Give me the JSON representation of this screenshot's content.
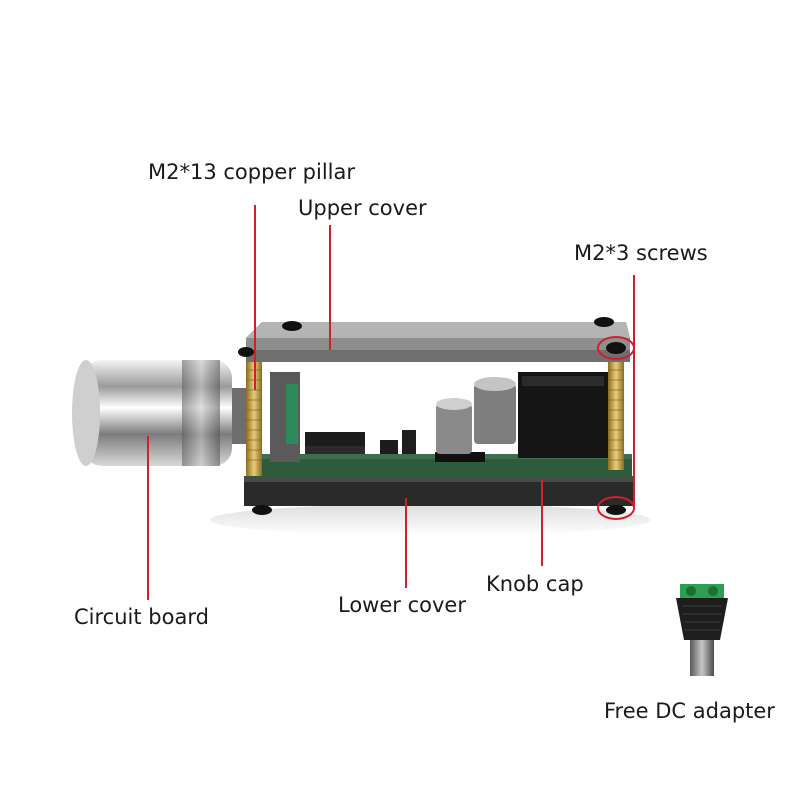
{
  "labels": {
    "copper_pillar": "M2*13 copper pillar",
    "upper_cover": "Upper cover",
    "screws": "M2*3 screws",
    "circuit_board": "Circuit board",
    "lower_cover": "Lower cover",
    "knob_cap": "Knob cap",
    "dc_adapter": "Free DC adapter"
  },
  "colors": {
    "leader_line": "#d0202a",
    "board_green": "#2f5a3c",
    "acrylic": "#8e8e8e",
    "lower_plate": "#2a2a2a",
    "brass": "#c9a64a",
    "chrome": "#c8c8c8",
    "terminal_green": "#2e9e52"
  }
}
